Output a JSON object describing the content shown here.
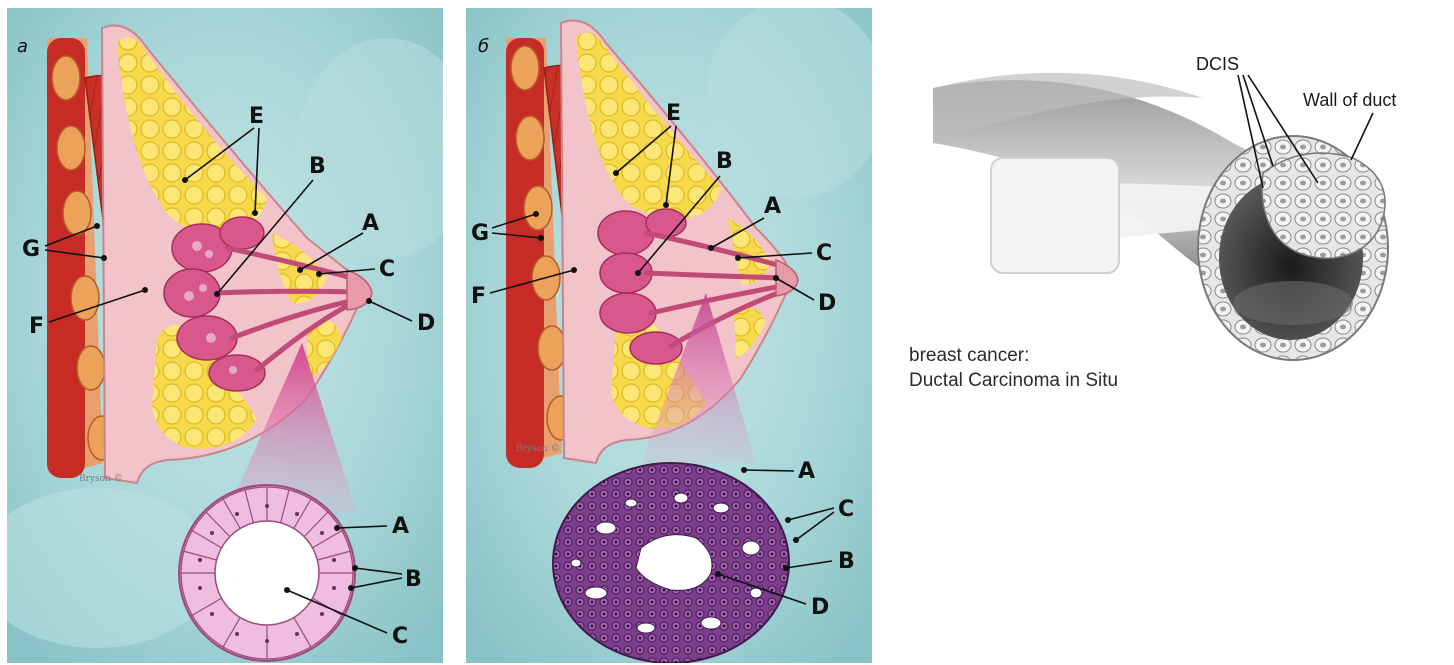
{
  "panel_a": {
    "corner_label": "а",
    "signature": "Bryson ©",
    "labels": {
      "E": "E",
      "B": "B",
      "A": "A",
      "C": "C",
      "G": "G",
      "F": "F",
      "D": "D"
    },
    "inset_labels": {
      "A": "A",
      "B": "B",
      "C": "C"
    }
  },
  "panel_b": {
    "corner_label": "б",
    "signature": "Bryson ©",
    "labels": {
      "E": "E",
      "B": "B",
      "A": "A",
      "C": "C",
      "G": "G",
      "F": "F",
      "D": "D"
    },
    "inset_labels": {
      "A": "A",
      "C": "C",
      "B": "B",
      "D": "D"
    }
  },
  "panel_c": {
    "label_dcis": "DCIS",
    "label_wall": "Wall of duct",
    "caption_line1": "breast cancer:",
    "caption_line2": "Ductal Carcinoma in Situ"
  },
  "colors": {
    "background_teal": "#9fcfd2",
    "muscle_red": "#c9302a",
    "fat_yellow": "#f5d94a",
    "gland_pink": "#d9578a",
    "skin_pink": "#f2c4cc",
    "tumor_purple": "#7a3d8a"
  }
}
